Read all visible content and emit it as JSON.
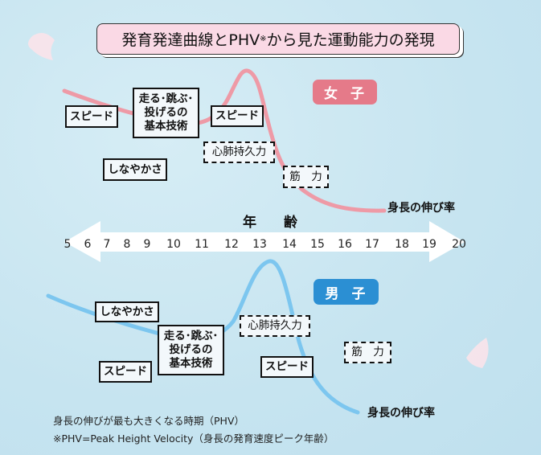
{
  "title": {
    "main": "発育発達曲線とPHV",
    "mark": "※",
    "rest": "から見た運動能力の発現"
  },
  "girls": {
    "badge": "女子",
    "curve_label": "身長の伸び率",
    "boxes": {
      "speed1": "スピード",
      "basic_skills": [
        "走る･跳ぶ･",
        "投げるの",
        "基本技術"
      ],
      "speed2": "スピード",
      "endurance": "心肺持久力",
      "flexibility": "しなやかさ",
      "strength": "筋　力"
    }
  },
  "axis": {
    "label": "年　　齢",
    "ticks": [
      "5",
      "6",
      "7",
      "8",
      "9",
      "10",
      "11",
      "12",
      "13",
      "14",
      "15",
      "16",
      "17",
      "18",
      "19",
      "20"
    ]
  },
  "boys": {
    "badge": "男子",
    "curve_label": "身長の伸び率",
    "boxes": {
      "flexibility": "しなやかさ",
      "basic_skills": [
        "走る･跳ぶ･",
        "投げるの",
        "基本技術"
      ],
      "speed1": "スピード",
      "endurance": "心肺持久力",
      "speed2": "スピード",
      "strength": "筋　力"
    }
  },
  "notes": [
    "身長の伸びが最も大きくなる時期（PHV）",
    "※PHV=Peak Height Velocity（身長の発育速度ピーク年齢）"
  ],
  "colors": {
    "girls": "#ee9aa6",
    "girls_badge": "#e57a89",
    "boys": "#7cc6ef",
    "boys_badge": "#2b8fd3",
    "title_bg": "#fad9e5"
  }
}
